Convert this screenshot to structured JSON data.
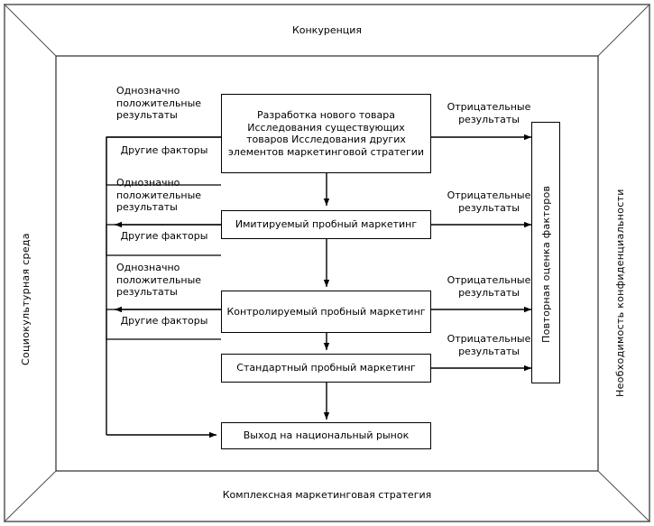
{
  "diagram": {
    "title_top": "Конкуренция",
    "title_bottom": "Комплексная маркетинговая стратегия",
    "left_frame_label": "Социокультурная среда",
    "right_frame_label": "Необходимость конфиденциальности",
    "right_column_label": "Повторная оценка факторов",
    "nodes": [
      {
        "id": "n1",
        "text": "Разработка нового товара\nИсследования существующих товаров\nИсследования других элементов маркетинговой стратегии"
      },
      {
        "id": "n2",
        "text": "Имитируемый пробный маркетинг"
      },
      {
        "id": "n3",
        "text": "Контролируемый пробный маркетинг"
      },
      {
        "id": "n4",
        "text": "Стандартный пробный маркетинг"
      },
      {
        "id": "n5",
        "text": "Выход на национальный рынок"
      }
    ],
    "labels": {
      "positive_1": "Однозначно\nположительные\nрезультаты",
      "positive_2": "Однозначно\nположительные\nрезультаты",
      "positive_3": "Однозначно\nположительные\nрезультаты",
      "other_factors_1": "Другие факторы",
      "other_factors_2": "Другие факторы",
      "other_factors_3": "Другие факторы",
      "negative_1": "Отрицательные\nрезультаты",
      "negative_2": "Отрицательные\nрезультаты",
      "negative_3": "Отрицательные\nрезультаты",
      "negative_4": "Отрицательные\nрезультаты"
    },
    "colors": {
      "line": "#000000",
      "frame_outer": "#808080",
      "frame_inner": "#000000",
      "background": "#ffffff"
    }
  }
}
